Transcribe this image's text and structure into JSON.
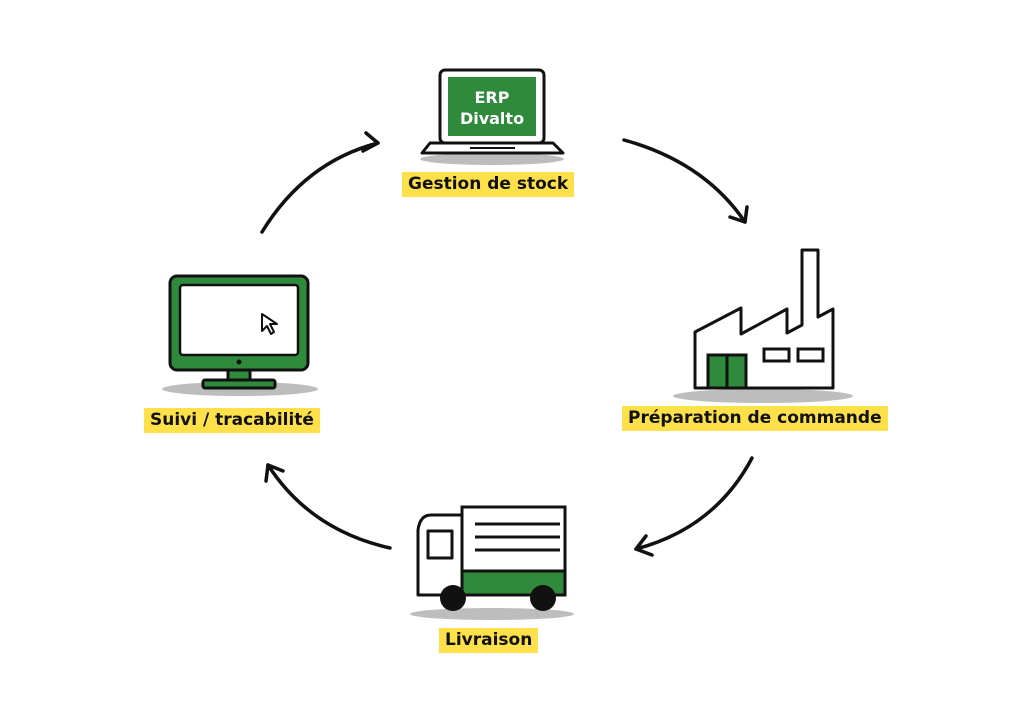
{
  "laptop": {
    "line1": "ERP",
    "line2": "Divalto"
  },
  "steps": {
    "stock": "Gestion de stock",
    "preparation": "Préparation de commande",
    "livraison": "Livraison",
    "suivi": "Suivi / tracabilité"
  },
  "colors": {
    "green": "#2f8a3b",
    "yellow": "#fde04a",
    "outline": "#111111",
    "shadow": "#bdbdbd"
  },
  "icons": {
    "stock": "laptop-icon",
    "preparation": "factory-icon",
    "livraison": "truck-icon",
    "suivi": "monitor-icon",
    "pointer": "cursor-icon"
  }
}
